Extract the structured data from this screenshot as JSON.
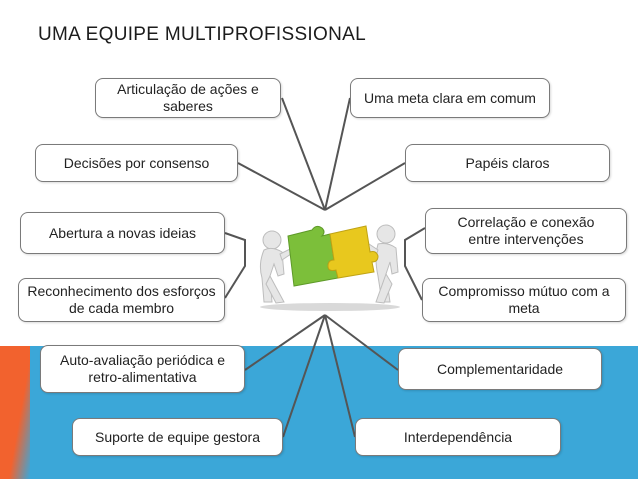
{
  "title": "UMA EQUIPE MULTIPROFISSIONAL",
  "boxes": {
    "articulacao": "Articulação de ações e saberes",
    "meta_clara": "Uma meta clara em comum",
    "decisoes": "Decisões por consenso",
    "papeis": "Papéis claros",
    "abertura": "Abertura a novas ideias",
    "correlacao": "Correlação e conexão entre intervenções",
    "reconhecimento": "Reconhecimento dos esforços de cada membro",
    "compromisso": "Compromisso mútuo com a meta",
    "autoavaliacao": "Auto-avaliação periódica e retro-alimentativa",
    "complementaridade": "Complementaridade",
    "suporte": "Suporte de equipe gestora",
    "interdependencia": "Interdependência"
  },
  "colors": {
    "band_blue": "#3ba7d8",
    "band_orange": "#f2622e",
    "puzzle_green": "#7cbf3a",
    "puzzle_yellow": "#e8c81e",
    "line": "#555555"
  },
  "center_image": "two-figures-holding-puzzle-pieces"
}
